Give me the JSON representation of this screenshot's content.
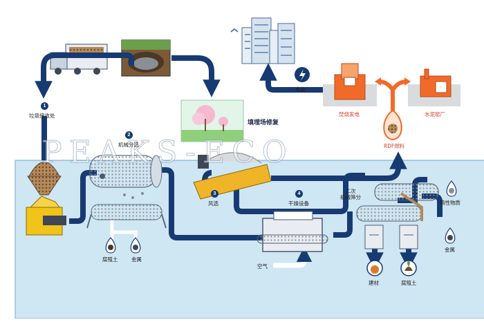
{
  "labels": {
    "waste_reception": "垃圾接收处",
    "mechanical_sorting": "机械分选",
    "air_separation": "风选",
    "drying_equipment": "干燥设备",
    "secondary_screening": "二次\n机械筛分",
    "landfill_restoration": "填埋场修复",
    "electricity": "电能",
    "incineration_power": "焚烧发电",
    "rdf_fuel": "RDF燃料",
    "cement_kiln": "水泥窑厂",
    "humus_left": "腐殖土",
    "metal_left": "金属",
    "air": "空气",
    "inert_material": "惰性物质",
    "metal_right": "金属",
    "building_material": "建材",
    "humus_right": "腐殖土"
  },
  "steps": {
    "s1": "1",
    "s2": "2",
    "s3": "3",
    "s4": "4"
  },
  "watermark": "PEAKS-ECO",
  "colors": {
    "pipe": "#173a72",
    "pool": "#cfe6f3",
    "pool_border": "#7fb6d8",
    "orange": "#f26a2a",
    "gray_box": "#d9dcdf"
  }
}
